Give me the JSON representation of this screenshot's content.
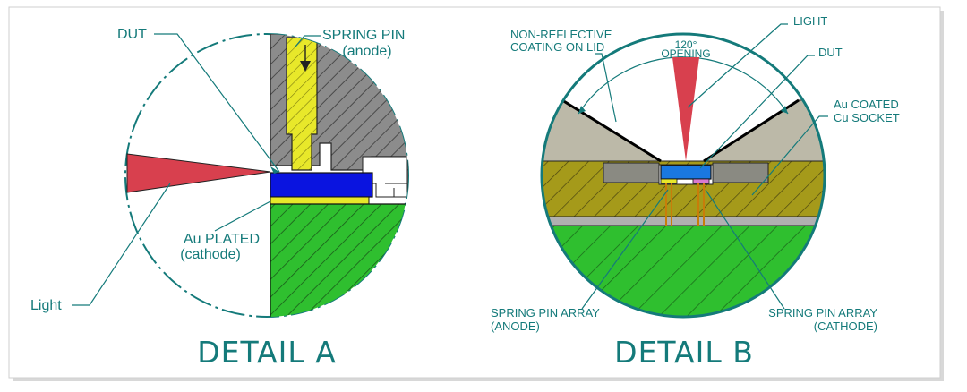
{
  "detail_a": {
    "title": "DETAIL A",
    "labels": {
      "dut": "DUT",
      "spring_pin_line1": "SPRING PIN",
      "spring_pin_line2": "(anode)",
      "au_plated_line1": "Au PLATED",
      "au_plated_line2": "(cathode)",
      "light": "Light"
    }
  },
  "detail_b": {
    "title": "DETAIL B",
    "labels": {
      "coating_line1": "NON-REFLECTIVE",
      "coating_line2": "COATING ON LID",
      "opening_line1": "120°",
      "opening_line2": "OPENING",
      "light": "LIGHT",
      "dut": "DUT",
      "socket_line1": "Au COATED",
      "socket_line2": "Cu SOCKET",
      "anode_line1": "SPRING PIN ARRAY",
      "anode_line2": "(ANODE)",
      "cathode_line1": "SPRING PIN ARRAY",
      "cathode_line2": "(CATHODE)"
    }
  },
  "colors": {
    "teal": "#147a7a",
    "dut_blue": "#0a14e0",
    "spring_pin_yellow": "#e8e82a",
    "socket_green": "#2fbf2f",
    "light_red": "#d8404e",
    "housing_gray": "#8c8c8c",
    "lid_gray": "#bcb9a8",
    "socket_olive": "#a59a1a"
  }
}
